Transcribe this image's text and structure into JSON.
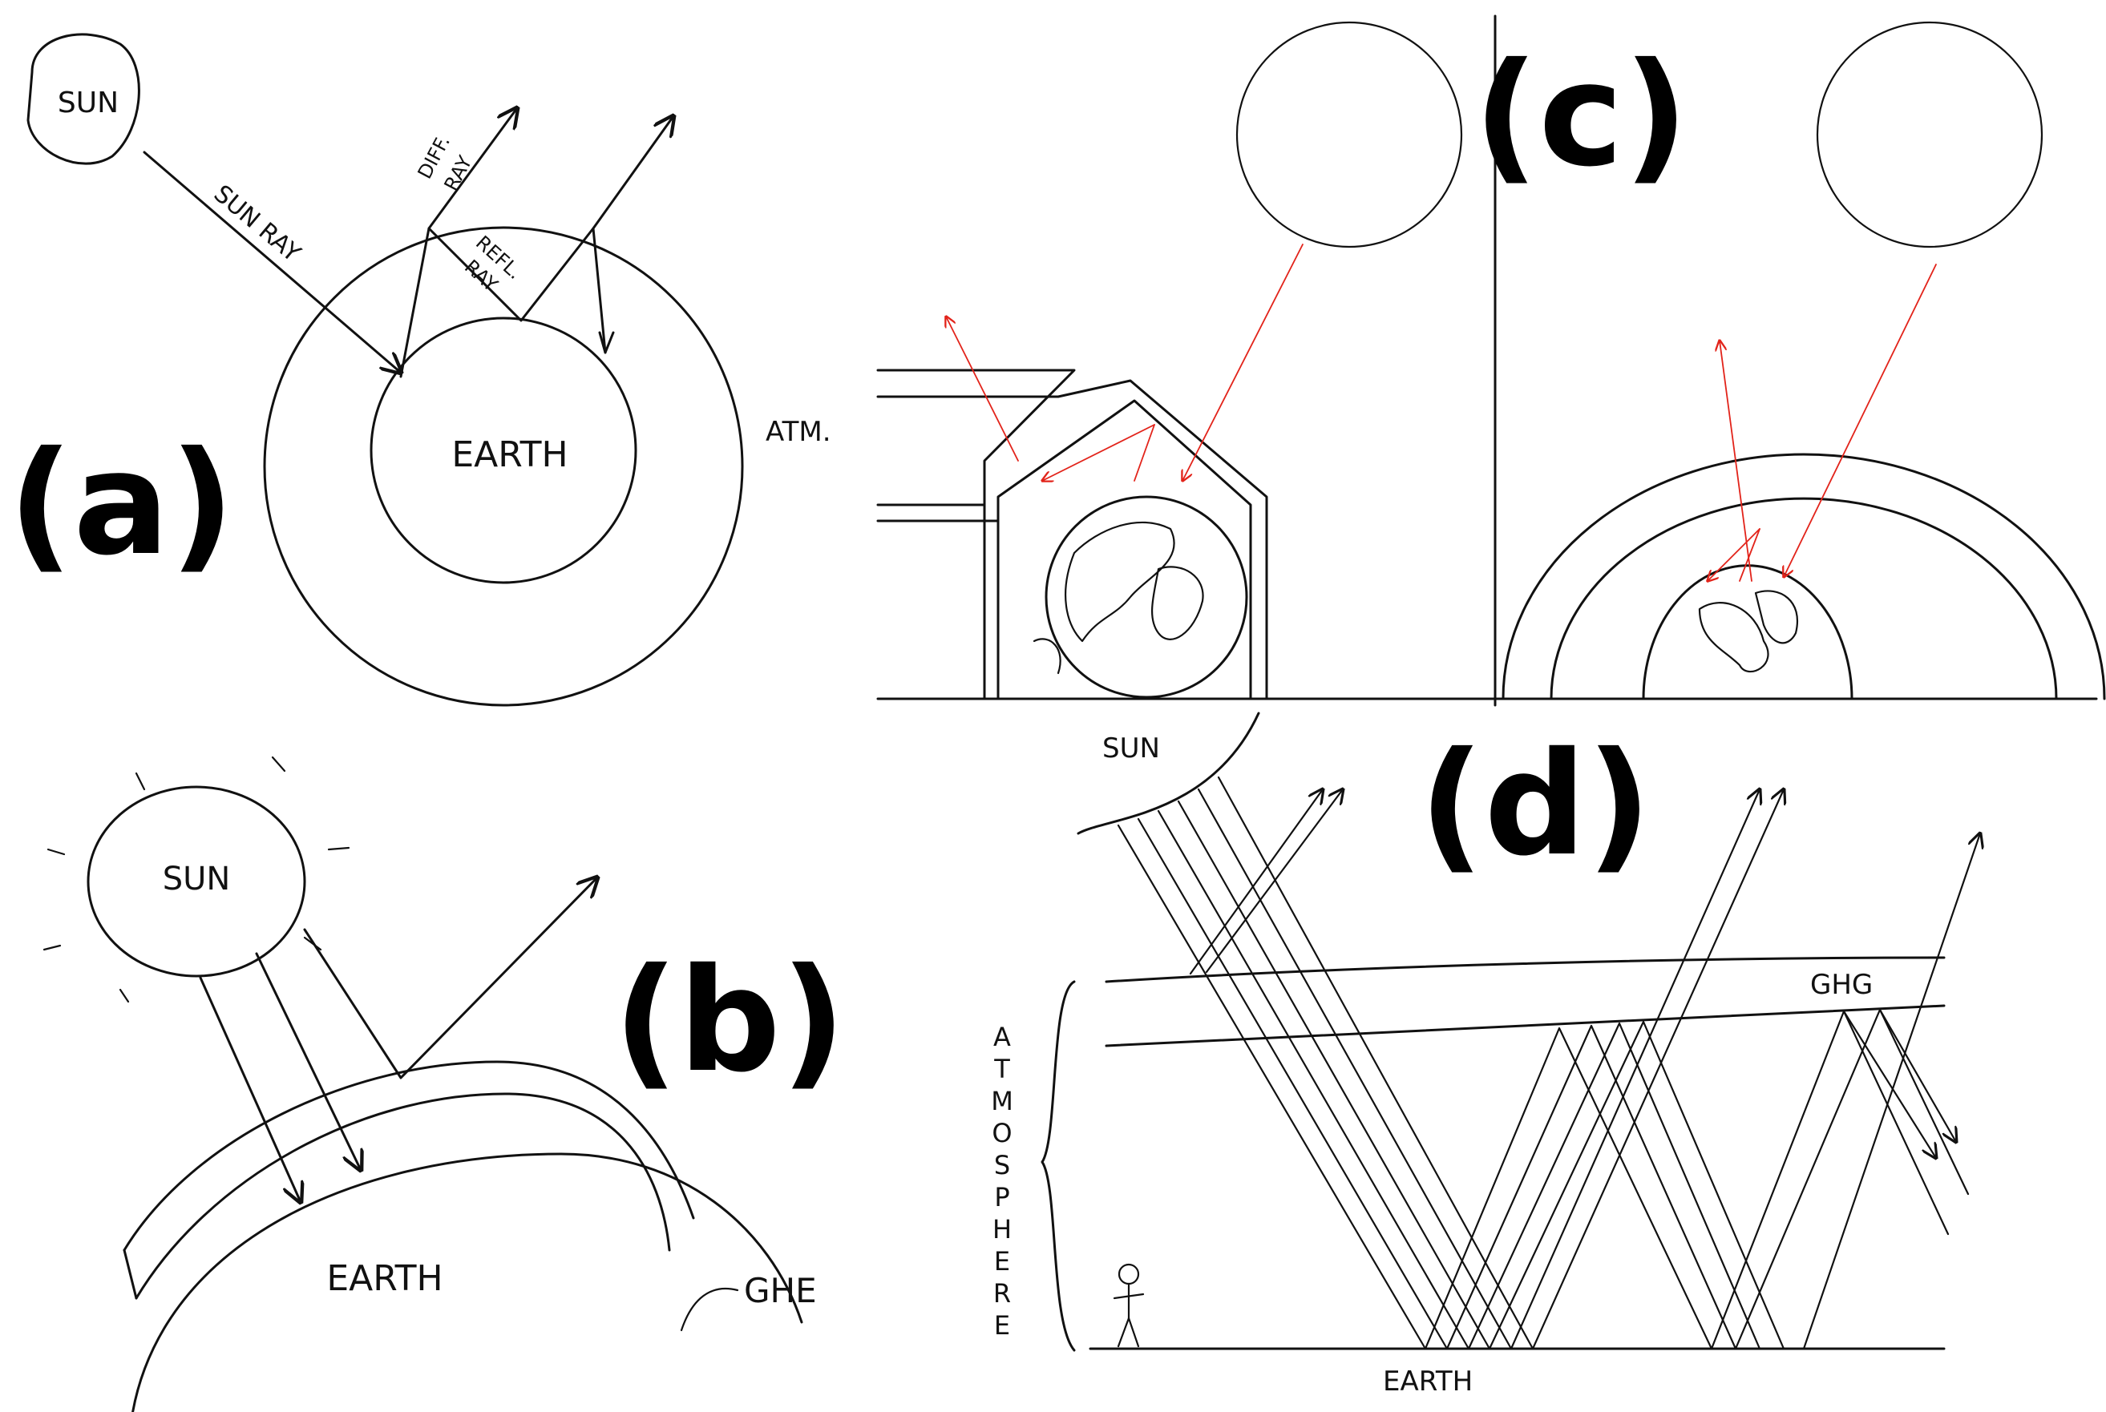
{
  "panels": {
    "a": {
      "label": "(a)",
      "sun": "SUN",
      "sun_ray": "SUN RAY",
      "diff_ray_1": "DIFF.",
      "diff_ray_2": "RAY",
      "refl_ray_1": "REFL.",
      "refl_ray_2": "RAY",
      "earth": "EARTH",
      "atm": "ATM."
    },
    "b": {
      "label": "(b)",
      "sun": "SUN",
      "earth": "EARTH",
      "ghe": "GHE"
    },
    "c": {
      "label": "(c)"
    },
    "d": {
      "label": "(d)",
      "sun": "SUN",
      "ghg": "GHG",
      "atmosphere_letters": [
        "A",
        "T",
        "M",
        "O",
        "S",
        "P",
        "H",
        "E",
        "R",
        "E"
      ],
      "earth": "EARTH"
    }
  },
  "colors": {
    "ink": "#111111",
    "red_ray": "#e2231a"
  }
}
